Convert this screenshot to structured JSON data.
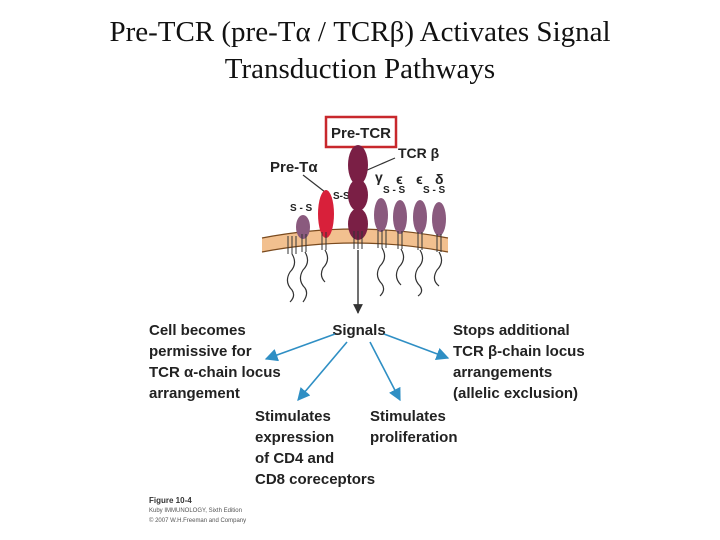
{
  "title": {
    "line1": "Pre-TCR (pre-Tα / TCRβ) Activates Signal",
    "line2": "Transduction Pathways"
  },
  "diagram": {
    "complex_label": "Pre-TCR",
    "pre_t_alpha_label": "Pre-Tα",
    "tcr_beta_label": "TCR β",
    "gamma_label": "γ",
    "epsilon1_label": "ϵ",
    "epsilon2_label": "ϵ",
    "delta_label": "δ",
    "disulfide_labels": [
      "S - S",
      "S-S",
      "S - S",
      "S - S"
    ],
    "center_label": "Signals"
  },
  "outcomes": {
    "left": "Cell becomes\npermissive for\nTCR α-chain locus\narrangement",
    "right": "Stops additional\nTCR β-chain locus\narrangements\n(allelic exclusion)",
    "bottom_left": "Stimulates\nexpression\nof CD4 and\nCD8 coreceptors",
    "bottom_right": "Stimulates\nproliferation"
  },
  "caption": {
    "figure": "Figure 10-4",
    "source": "Kuby IMMUNOLOGY, Sixth Edition",
    "copyright": "© 2007 W.H.Freeman and Company"
  },
  "colors": {
    "membrane": "#F2C08F",
    "membrane_edge": "#7A4A1E",
    "pre_t_alpha": "#D8203A",
    "tcr_beta": "#7A1F45",
    "cd3": "#8A5A7E",
    "highlight_box": "#C8282C",
    "arrow": "#2F8FC4",
    "center_arrow": "#333333"
  }
}
